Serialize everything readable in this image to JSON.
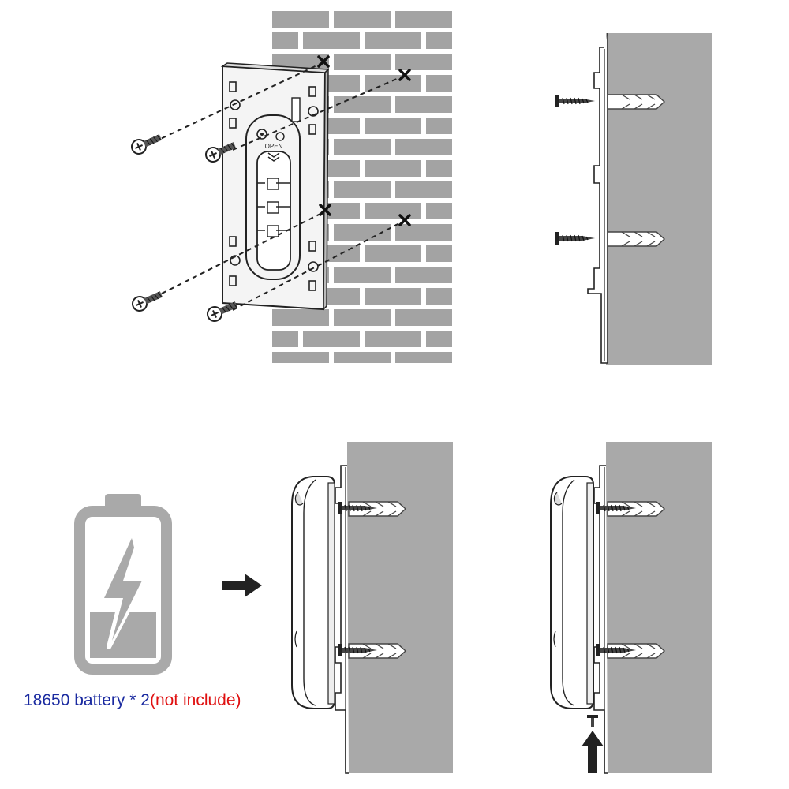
{
  "caption": {
    "main_text": "18650 battery * 2",
    "note_text": "(not include)",
    "main_color": "#1a2aa0",
    "note_color": "#e01010"
  },
  "plate": {
    "open_label": "OPEN"
  },
  "colors": {
    "wall": "#a9a9a9",
    "brick": "#a3a3a3",
    "battery_outline": "#a9a9a9",
    "battery_fill": "#a9a9a9",
    "arrow": "#222222",
    "line": "#333333"
  },
  "icons": {
    "battery": "battery-charging-icon",
    "arrow_right": "arrow-right-icon",
    "arrow_up": "arrow-up-icon",
    "screw": "screw-icon",
    "anchor": "wall-anchor-icon",
    "mark": "drill-mark-icon"
  }
}
